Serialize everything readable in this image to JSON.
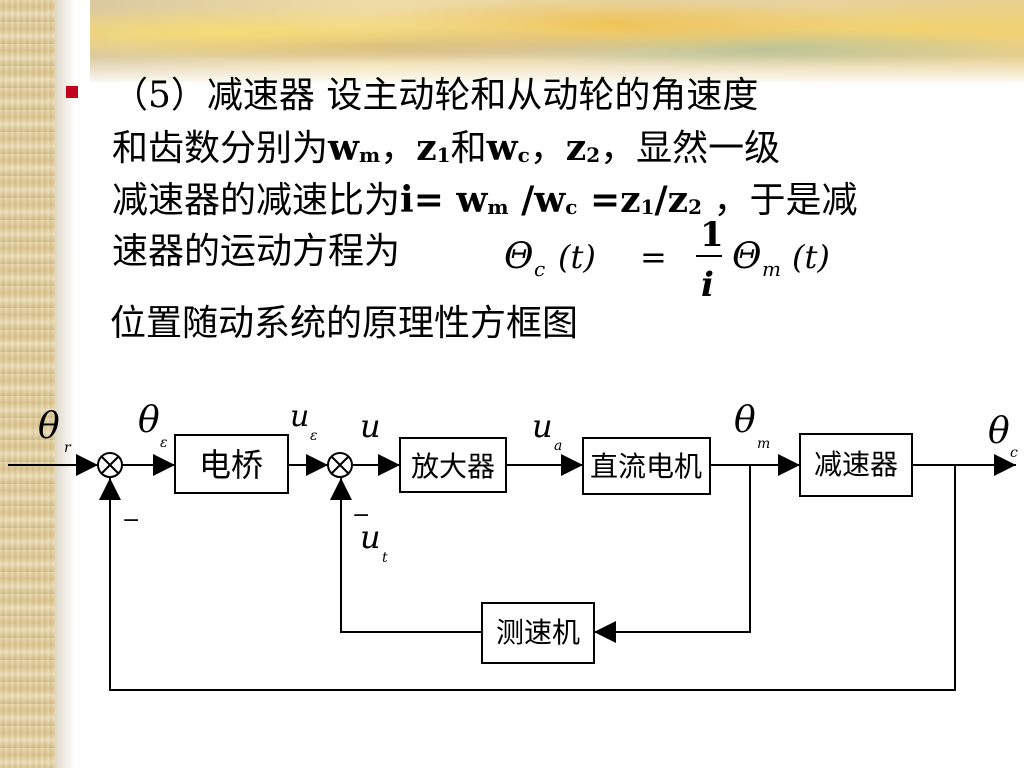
{
  "text": {
    "line1_prefix": "（5）减速器   设主动轮和从动轮的角速度",
    "line2_a": "和齿数分别为",
    "line2_b": "w",
    "line2_b_sub": "m",
    "line2_c": "，",
    "line2_d": "z",
    "line2_d_sub": "1",
    "line2_e": "和",
    "line2_f": "w",
    "line2_f_sub": "c",
    "line2_g": "，",
    "line2_h": "z",
    "line2_h_sub": "2",
    "line2_i": "，显然一级",
    "line3_a": "减速器的减速比为",
    "line3_b": "i= w",
    "line3_b_sub": "m",
    "line3_c": " /w",
    "line3_c_sub": "c",
    "line3_d": " =z",
    "line3_d_sub": "1",
    "line3_e": "/z",
    "line3_e_sub": "2",
    "line3_f": " ，于是减",
    "line4": "速器的运动方程为",
    "caption": "位置随动系统的原理性方框图"
  },
  "formula": {
    "lhs_symbol": "Θ",
    "lhs_sub": "c",
    "lhs_arg": "(t)",
    "equals": "=",
    "numerator": "1",
    "denominator": "i",
    "rhs_symbol": "Θ",
    "rhs_sub": "m",
    "rhs_arg": "(t)"
  },
  "diagram": {
    "blocks": {
      "bridge": "电桥",
      "amplifier": "放大器",
      "dc_motor": "直流电机",
      "reducer": "减速器",
      "tachometer": "测速机"
    },
    "signals": {
      "theta_r": "θ",
      "theta_r_sub": "r",
      "theta_e": "θ",
      "theta_e_sub": "ε",
      "u_e": "u",
      "u_e_sub": "ε",
      "u": "u",
      "u_a": "u",
      "u_a_sub": "a",
      "theta_m": "θ",
      "theta_m_sub": "m",
      "theta_c": "θ",
      "theta_c_sub": "c",
      "u_t": "u",
      "u_t_sub": "t",
      "minus": "−"
    }
  },
  "colors": {
    "bullet": "#c0001c",
    "stroke": "#000000"
  }
}
